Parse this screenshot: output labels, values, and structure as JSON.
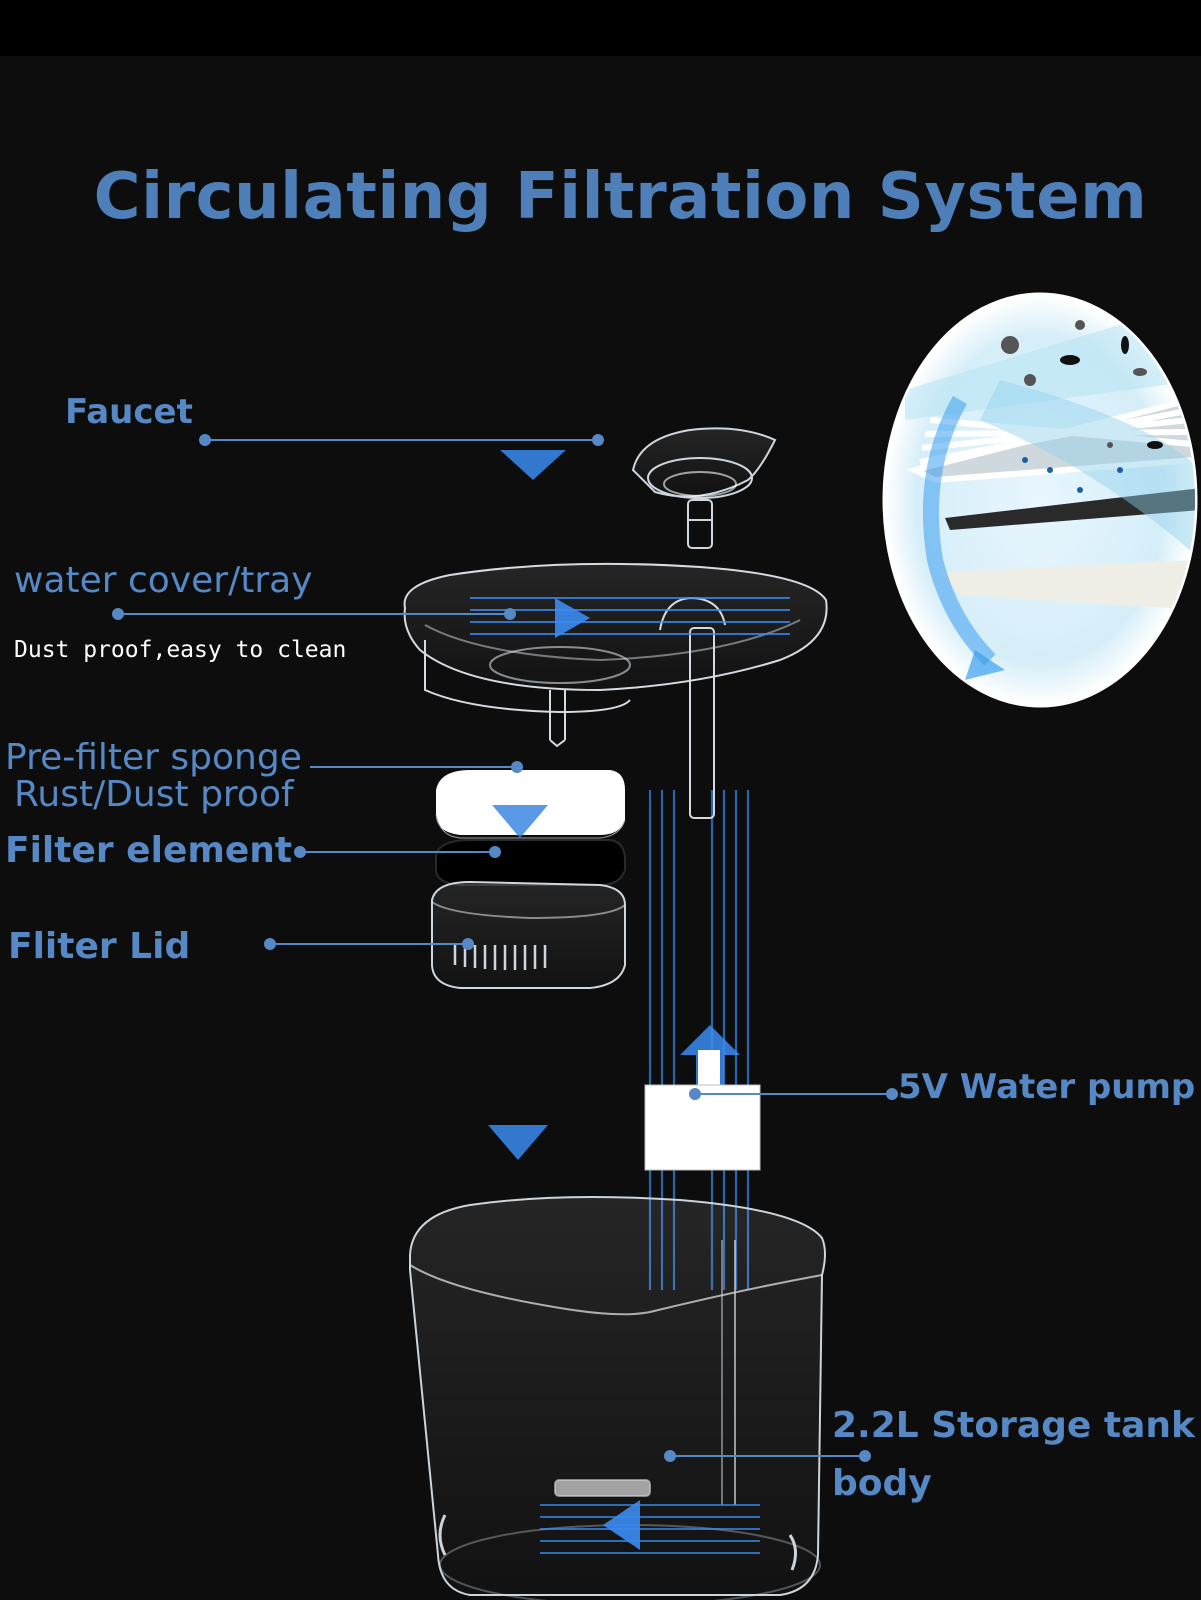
{
  "title": "Circulating Filtration System",
  "labels": {
    "faucet": "Faucet",
    "water_cover": "water cover/tray",
    "water_cover_sub": "Dust proof,easy to clean",
    "prefilter": "Pre-filter sponge",
    "prefilter_sub": "Rust/Dust proof",
    "filter_element": "Filter element",
    "filter_lid": "Fliter Lid",
    "pump": "5V Water pump",
    "tank_line1": "2.2L Storage tank",
    "tank_line2": "body"
  },
  "colors": {
    "background": "#0d0d0d",
    "accent_blue": "#4f7fb9",
    "flow_blue": "#2f7fe0",
    "label_white": "#ffffff"
  }
}
